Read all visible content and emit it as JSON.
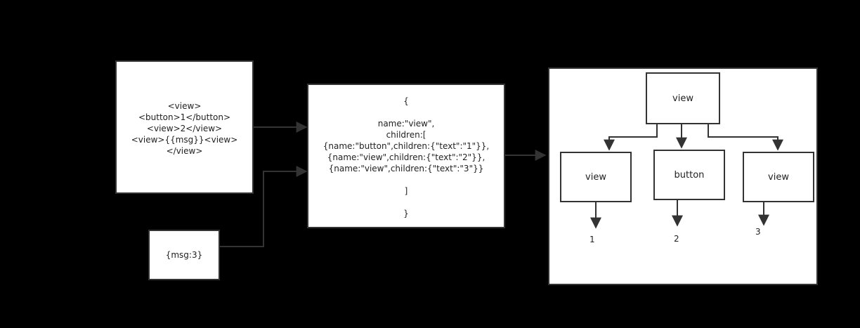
{
  "template_box": {
    "lines": [
      "<view>",
      "<button>1</button>",
      "<view>2</view>",
      "<view>{{msg}}<view>",
      "</view>"
    ]
  },
  "data_box": {
    "text": "{msg:3}"
  },
  "vdom_box": {
    "lines": [
      "{",
      "",
      "name:\"view\",",
      "children:[",
      "{name:\"button\",children:{\"text\":\"1\"}},",
      "{name:\"view\",children:{\"text\":\"2\"}},",
      "{name:\"view\",children:{\"text\":\"3\"}}",
      "",
      "]",
      "",
      "}"
    ]
  },
  "tree": {
    "root": "view",
    "children": [
      "view",
      "button",
      "view"
    ],
    "leaves": [
      "1",
      "2",
      "3"
    ]
  },
  "colors": {
    "background": "#000000",
    "box_fill": "#ffffff",
    "stroke": "#333333"
  }
}
